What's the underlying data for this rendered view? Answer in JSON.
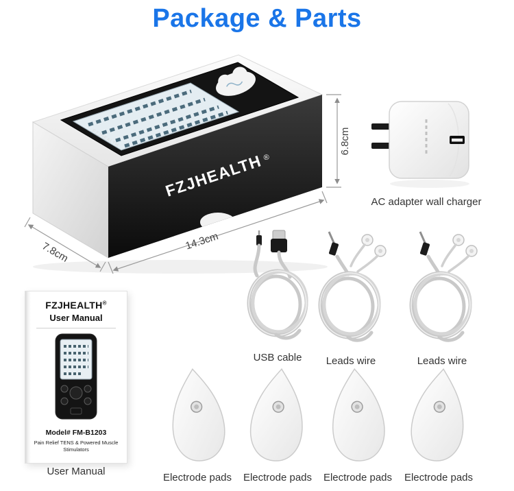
{
  "title": "Package & Parts",
  "colors": {
    "accent": "#1a75e8",
    "box_front": "#1a1a1a",
    "label_text": "#333333"
  },
  "box": {
    "brand": "FZJHEALTH",
    "reg": "®",
    "dims": {
      "height": "6.8cm",
      "depth": "7.8cm",
      "width": "14.3cm"
    }
  },
  "parts": {
    "adapter": {
      "label": "AC adapter wall charger"
    },
    "usb": {
      "label": "USB cable"
    },
    "leads": [
      {
        "label": "Leads wire"
      },
      {
        "label": "Leads wire"
      }
    ],
    "manual": {
      "label": "User Manual",
      "cover_brand": "FZJHEALTH",
      "cover_reg": "®",
      "cover_title": "User Manual",
      "model": "Model# FM-B1203",
      "tagline": "Pain Relief TENS & Powered Muscle Stimulators"
    },
    "pads": [
      {
        "label": "Electrode pads"
      },
      {
        "label": "Electrode pads"
      },
      {
        "label": "Electrode pads"
      },
      {
        "label": "Electrode pads"
      }
    ]
  }
}
